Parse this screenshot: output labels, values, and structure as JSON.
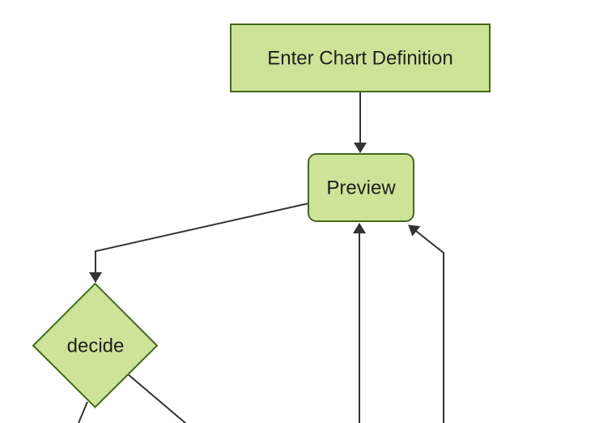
{
  "diagram": {
    "type": "flowchart",
    "background": "#ffffff",
    "colors": {
      "node_fill": "#cde498",
      "node_border": "#44691d",
      "edge": "#333333",
      "arrowhead": "#333333",
      "text": "#1f1f1f"
    },
    "nodes": [
      {
        "id": "enter-chart-definition",
        "label": "Enter Chart Definition",
        "shape": "rectangle"
      },
      {
        "id": "preview",
        "label": "Preview",
        "shape": "rounded-rectangle"
      },
      {
        "id": "decide",
        "label": "decide",
        "shape": "diamond"
      }
    ],
    "edges": [
      {
        "from": "enter-chart-definition",
        "to": "preview",
        "arrowhead": true
      },
      {
        "from": "preview",
        "to": "decide",
        "arrowhead": true
      },
      {
        "from": "offscreen-bottom",
        "to": "preview-bottom",
        "arrowhead": true
      },
      {
        "from": "offscreen-bottom",
        "to": "preview-bottom-right-corner",
        "arrowhead": true
      },
      {
        "from": "decide",
        "to": "offscreen-bottom-left",
        "arrowhead": false
      },
      {
        "from": "decide",
        "to": "offscreen-bottom-right",
        "arrowhead": false
      }
    ]
  }
}
